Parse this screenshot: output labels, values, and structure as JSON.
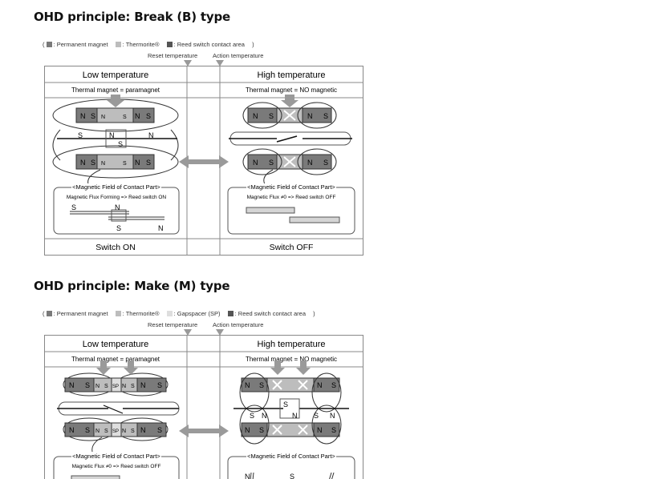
{
  "section_break": {
    "title": "OHD principle: Break (B) type",
    "legend_open": "(",
    "legend_close": ")",
    "legend": [
      {
        "label": ": Permanent magnet",
        "color": "#7a7a7a"
      },
      {
        "label": ": Thermorite®",
        "color": "#bdbdbd"
      },
      {
        "label": ": Reed switch contact area",
        "color": "#555555"
      }
    ],
    "reset_label": "Reset temperature",
    "action_label": "Action temperature",
    "low_header": "Low temperature",
    "high_header": "High temperature",
    "low_sub": "Thermal magnet = paramagnet",
    "high_sub": "Thermal magnet = NO magnetic",
    "field_title": "<Magnetic Field of Contact Part>",
    "low_flux": "Magnetic Flux Forming => Reed switch ON",
    "high_flux": "Magnetic Flux ≠0 => Reed switch OFF",
    "low_footer": "Switch ON",
    "high_footer": "Switch OFF"
  },
  "section_make": {
    "title": "OHD principle: Make (M) type",
    "legend_open": "(",
    "legend_close": ")",
    "legend": [
      {
        "label": ": Permanent magnet",
        "color": "#7a7a7a"
      },
      {
        "label": ": Thermorite®",
        "color": "#bdbdbd"
      },
      {
        "label": ": Gapspacer (SP)",
        "color": "#dedede"
      },
      {
        "label": ": Reed switch contact area",
        "color": "#555555"
      }
    ],
    "reset_label": "Reset temperature",
    "action_label": "Action temperature",
    "low_header": "Low temperature",
    "high_header": "High temperature",
    "low_sub": "Thermal magnet = paramagnet",
    "high_sub": "Thermal magnet = NO magnetic",
    "field_title": "<Magnetic Field of Contact Part>",
    "low_flux": "Magnetic Flux ≠0 => Reed switch OFF"
  },
  "poles": {
    "n": "N",
    "s": "S",
    "sp": "SP"
  }
}
